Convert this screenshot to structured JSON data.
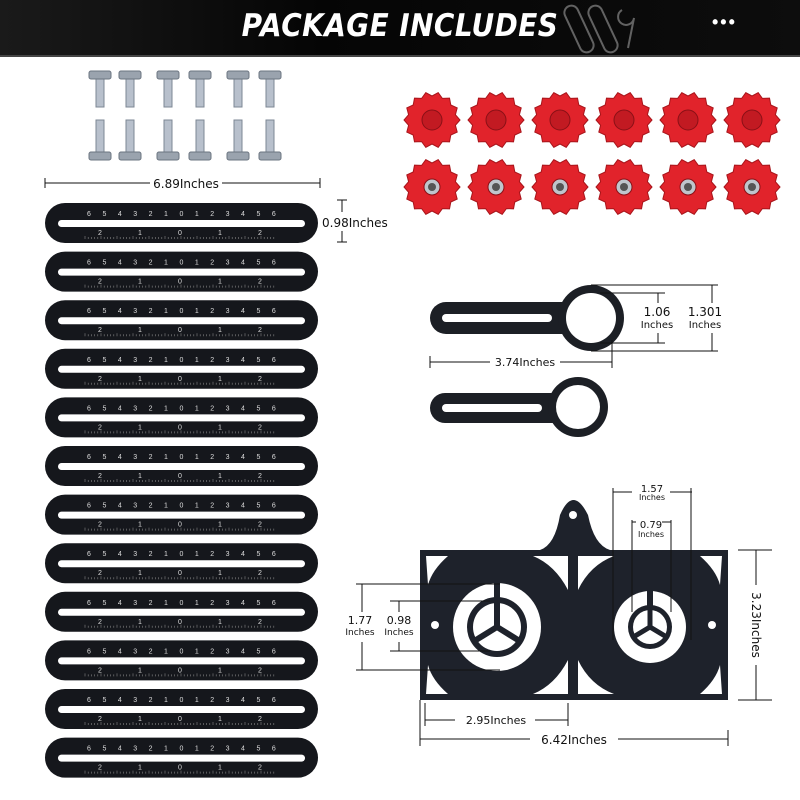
{
  "header": {
    "title": "PACKAGE INCLUDES",
    "menu_dots": "•••"
  },
  "colors": {
    "plate": "#1e222b",
    "knob": "#e1232b",
    "header_bg": "#0a0a0a"
  },
  "ruler": {
    "length_label": "6.89Inches",
    "width_label": "0.98Inches",
    "count": 12,
    "top_scale": [
      "6",
      "5",
      "4",
      "3",
      "2",
      "1",
      "0",
      "1",
      "2",
      "3",
      "4",
      "5",
      "6"
    ],
    "bottom_scale": [
      "2",
      "1",
      "0",
      "1",
      "2"
    ]
  },
  "bolts": {
    "count": 12
  },
  "knobs": {
    "count": 12
  },
  "wrench": {
    "inner_label": "1.06",
    "inner_unit": "Inches",
    "outer_label": "1.301",
    "outer_unit": "Inches",
    "length_label": "3.74Inches",
    "count": 2
  },
  "plate": {
    "outer_label": "1.57",
    "outer_unit": "Inches",
    "inner_label": "0.79",
    "inner_unit": "Inches",
    "left_outer_label": "1.77",
    "left_outer_unit": "Inches",
    "left_inner_label": "0.98",
    "left_inner_unit": "Inches",
    "half_width_label": "2.95Inches",
    "width_label": "6.42Inches",
    "height_label": "3.23Inches"
  }
}
